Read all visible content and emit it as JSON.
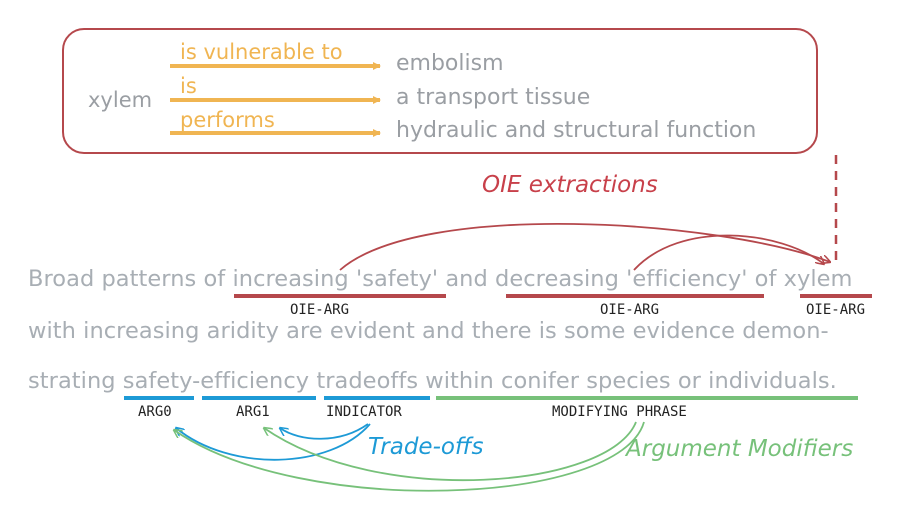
{
  "extractions": {
    "subject": "xylem",
    "relations": [
      "is vulnerable to",
      "is",
      "performs"
    ],
    "objects": [
      "embolism",
      "a transport tissue",
      "hydraulic and structural function"
    ]
  },
  "labels": {
    "oie": "OIE extractions",
    "tradeoffs": "Trade-offs",
    "modifiers": "Argument Modifiers"
  },
  "sentence": {
    "line1": "Broad patterns of increasing 'safety' and decreasing 'efficiency' of xylem",
    "line2": "with increasing aridity are evident and there is some evidence demon-",
    "line3": "strating safety-efficiency tradeoffs within conifer species or individuals."
  },
  "tags": {
    "oie_arg": "OIE-ARG",
    "arg0": "ARG0",
    "arg1": "ARG1",
    "indicator": "INDICATOR",
    "modifying_phrase": "MODIFYING PHRASE"
  },
  "colors": {
    "red": "#b5484c",
    "orange": "#f0b552",
    "blue": "#1d9ad6",
    "green": "#77c17a",
    "gray": "#a8aeb4"
  }
}
